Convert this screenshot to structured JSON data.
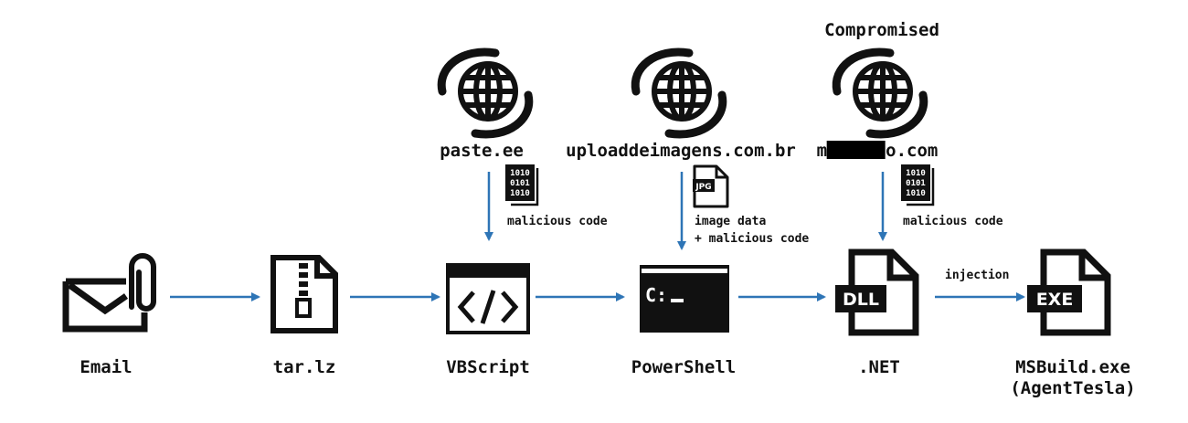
{
  "nodes": {
    "email": "Email",
    "tarlz": "tar.lz",
    "vbscript": "VBScript",
    "powershell": "PowerShell",
    "dotnet": ".NET",
    "msbuild_line1": "MSBuild.exe",
    "msbuild_line2": "(AgentTesla)"
  },
  "sources": {
    "compromised_label": "Compromised",
    "paste": "paste.ee",
    "upload": "uploaddeimagens.com.br",
    "redacted_prefix": "m",
    "redacted_suffix": "o.com"
  },
  "notes": {
    "malicious_code_1": "malicious code",
    "image_data": "image data",
    "plus_malicious": "+ malicious code",
    "malicious_code_2": "malicious code",
    "injection": "injection"
  },
  "icon_text": {
    "binary_lines": [
      "1010",
      "0101",
      "1010"
    ],
    "jpg": "JPG",
    "prompt": "C:",
    "dll": "DLL",
    "exe": "EXE"
  },
  "colors": {
    "arrow": "#2e75b6",
    "ink": "#111111"
  }
}
